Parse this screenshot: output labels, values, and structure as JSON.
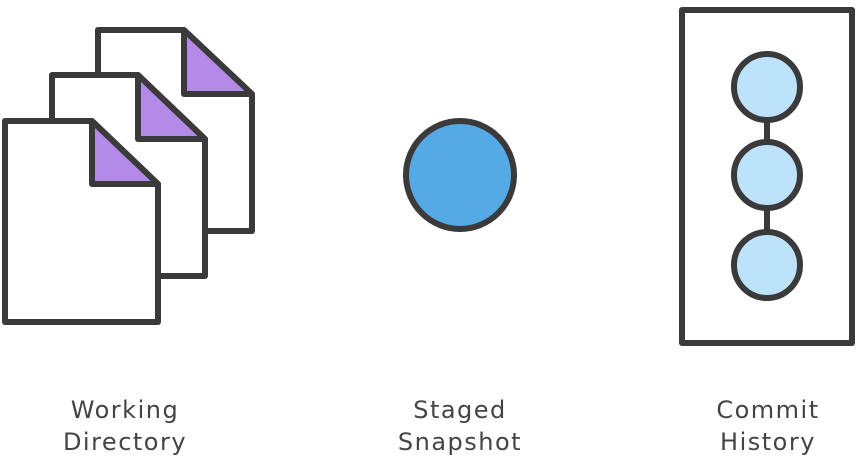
{
  "colors": {
    "outline": "#3a3a3a",
    "page_fill": "#ffffff",
    "page_fold": "#b48ae8",
    "staged_fill": "#54aae4",
    "commit_fill": "#bde3fb",
    "label_text": "#444444"
  },
  "icons": {
    "working_directory": "stacked-documents-icon",
    "staged_snapshot": "snapshot-circle-icon",
    "commit_history": "commit-chain-icon"
  },
  "labels": {
    "working_directory": [
      "Working",
      "Directory"
    ],
    "staged_snapshot": [
      "Staged",
      "Snapshot"
    ],
    "commit_history": [
      "Commit",
      "History"
    ]
  }
}
